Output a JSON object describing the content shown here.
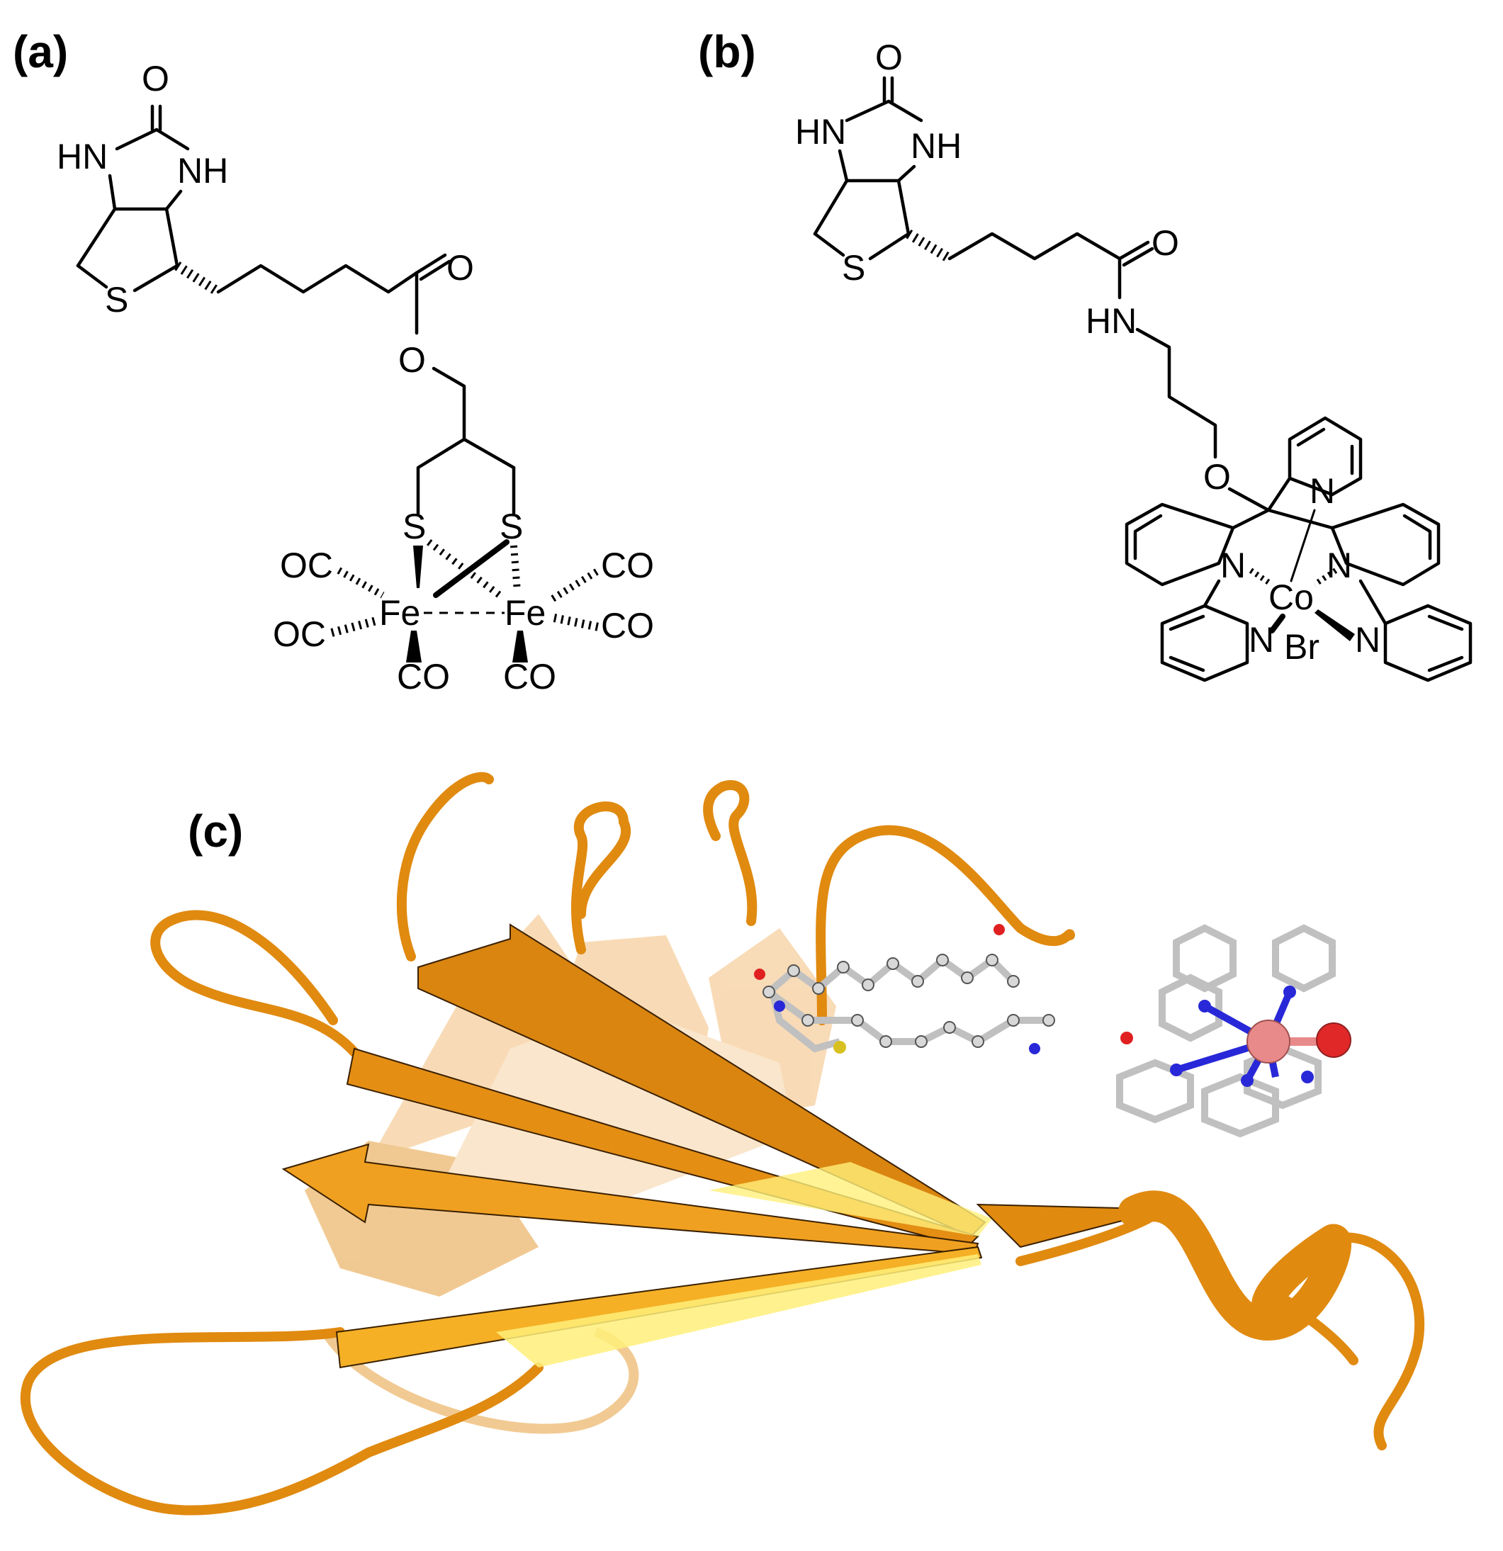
{
  "panels": {
    "a": {
      "label": "(a)",
      "atoms": {
        "o_urea": "O",
        "hn": "HN",
        "nh": "NH",
        "s_ring": "S",
        "o_carbonyl": "O",
        "o_ester": "O",
        "s_left": "S",
        "s_right": "S",
        "fe_left": "Fe",
        "fe_right": "Fe",
        "oc_top_left": "OC",
        "oc_bottom_left": "OC",
        "co_top_right": "CO",
        "co_bottom_right": "CO",
        "co_fe_left": "CO",
        "co_fe_right": "CO"
      }
    },
    "b": {
      "label": "(b)",
      "atoms": {
        "o_urea": "O",
        "hn": "HN",
        "nh": "NH",
        "s_ring": "S",
        "o_amide": "O",
        "hn_amide": "HN",
        "o_ether": "O",
        "n_top": "N",
        "n_left": "N",
        "n_right": "N",
        "n_bottom_left": "N",
        "n_bottom_right": "N",
        "co": "Co",
        "br": "Br"
      }
    },
    "c": {
      "label": "(c)"
    }
  },
  "colors": {
    "protein_orange": "#e08a10",
    "protein_light": "#f0b060",
    "sheet_highlight": "#fff07a",
    "carbon_grey": "#d8d8d8",
    "nitrogen_blue": "#2828d8",
    "oxygen_red": "#e02020",
    "sulfur_yellow": "#d8c020",
    "cobalt_pink": "#e88a8a",
    "bromine_red": "#e02828"
  }
}
